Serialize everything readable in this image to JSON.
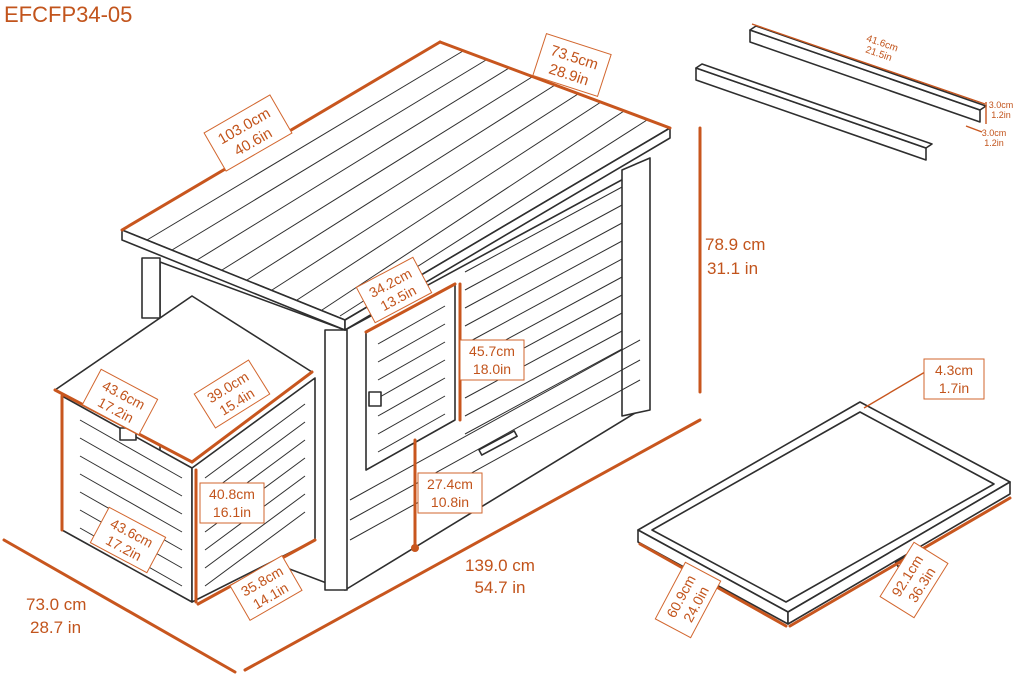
{
  "product_code": "EFCFP34-05",
  "dimensions": {
    "roof_length": {
      "cm": "103.0cm",
      "in": "40.6in"
    },
    "roof_depth": {
      "cm": "73.5cm",
      "in": "28.9in"
    },
    "total_height": {
      "cm": "78.9 cm",
      "in": "31.1 in"
    },
    "door_width": {
      "cm": "34.2cm",
      "in": "13.5in"
    },
    "door_height": {
      "cm": "45.7cm",
      "in": "18.0in"
    },
    "nest_lid_width": {
      "cm": "43.6cm",
      "in": "17.2in"
    },
    "nest_lid_depth": {
      "cm": "39.0cm",
      "in": "15.4in"
    },
    "nest_height": {
      "cm": "40.8cm",
      "in": "16.1in"
    },
    "nest_front_width": {
      "cm": "43.6cm",
      "in": "17.2in"
    },
    "nest_depth": {
      "cm": "35.8cm",
      "in": "14.1in"
    },
    "floor_clearance": {
      "cm": "27.4cm",
      "in": "10.8in"
    },
    "total_length": {
      "cm": "139.0 cm",
      "in": "54.7 in"
    },
    "total_depth": {
      "cm": "73.0 cm",
      "in": "28.7 in"
    },
    "perch_length": {
      "cm": "41.6cm",
      "in": "21.5in"
    },
    "perch_section_a": {
      "cm": "3.0cm",
      "in": "1.2in"
    },
    "perch_section_b": {
      "cm": "3.0cm",
      "in": "1.2in"
    },
    "tray_edge_height": {
      "cm": "4.3cm",
      "in": "1.7in"
    },
    "tray_width": {
      "cm": "60.9cm",
      "in": "24.0in"
    },
    "tray_length": {
      "cm": "92.1cm",
      "in": "36.3in"
    }
  }
}
